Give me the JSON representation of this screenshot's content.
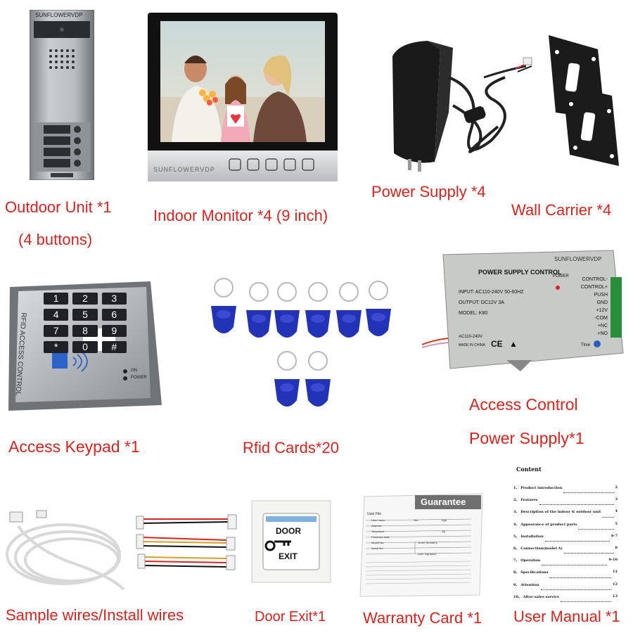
{
  "outdoor_unit": {
    "brand": "SUNFLOWERVDP",
    "caption_line1": "Outdoor Unit *1",
    "caption_line2": "(4 buttons)"
  },
  "indoor_monitor": {
    "brand": "SUNFLOWERVDP",
    "caption": "Indoor Monitor *4 (9 inch)"
  },
  "power_supply": {
    "caption": "Power Supply *4"
  },
  "wall_carrier": {
    "caption": "Wall Carrier *4"
  },
  "keypad": {
    "keys": [
      "1",
      "2",
      "3",
      "4",
      "5",
      "6",
      "7",
      "8",
      "9",
      "*",
      "0",
      "#"
    ],
    "side_text": "RFID ACCESS CONTROL",
    "on_label": "ON",
    "power_label": "POWER",
    "caption": "Access Keypad *1"
  },
  "rfid": {
    "caption": "Rfid Cards*20"
  },
  "access_power": {
    "title": "POWER SUPPLY CONTROL",
    "brand": "SUNFLOWERVDP",
    "power_label": "POWER",
    "input": "INPUT: AC110-240V  50-60HZ",
    "output": "OUTPUT: DC12V  3A",
    "model": "MODEL: K80",
    "ac_label": "AC110-240V",
    "made_in": "MADE IN CHINA",
    "ce": "CE",
    "time_label": "Time",
    "terminals": [
      "CONTROL-",
      "CONTROL+",
      "PUSH",
      "GND",
      "+12V",
      "-COM",
      "+NC",
      "+NO"
    ],
    "caption_line1": "Access Control",
    "caption_line2": "Power Supply*1"
  },
  "wires": {
    "caption": "Sample wires/Install wires"
  },
  "door_exit": {
    "line1": "DOOR",
    "line2": "EXIT",
    "caption": "Door Exit*1"
  },
  "warranty": {
    "title": "Guarantee",
    "user_file": "User File",
    "fields": [
      "User name",
      "Sex",
      "Age",
      "Address",
      "Telephone",
      "Zip",
      "Purchase date",
      "Model No.",
      "Order Numbers",
      "Serial No.",
      "User Signature"
    ],
    "caption": "Warranty Card *1"
  },
  "manual": {
    "heading": "Content",
    "items": [
      {
        "label": "1、 Product introduction",
        "page": "2"
      },
      {
        "label": "2、 Features",
        "page": "3"
      },
      {
        "label": "3、 Description of the indoor & outdoor unit",
        "page": "4"
      },
      {
        "label": "4、 Appearance of product parts",
        "page": "5"
      },
      {
        "label": "5、 Installation",
        "page": "6-7"
      },
      {
        "label": "6、 Connection(model A)",
        "page": "8"
      },
      {
        "label": "7、 Operation",
        "page": "9-10"
      },
      {
        "label": "8、 Specifications",
        "page": "11"
      },
      {
        "label": "9、 Attention",
        "page": "12"
      },
      {
        "label": "10、 After-sales service",
        "page": "13"
      }
    ],
    "caption": "User Manual *1"
  },
  "colors": {
    "caption": "#e0201b",
    "tag_blue": "#2233b8"
  }
}
